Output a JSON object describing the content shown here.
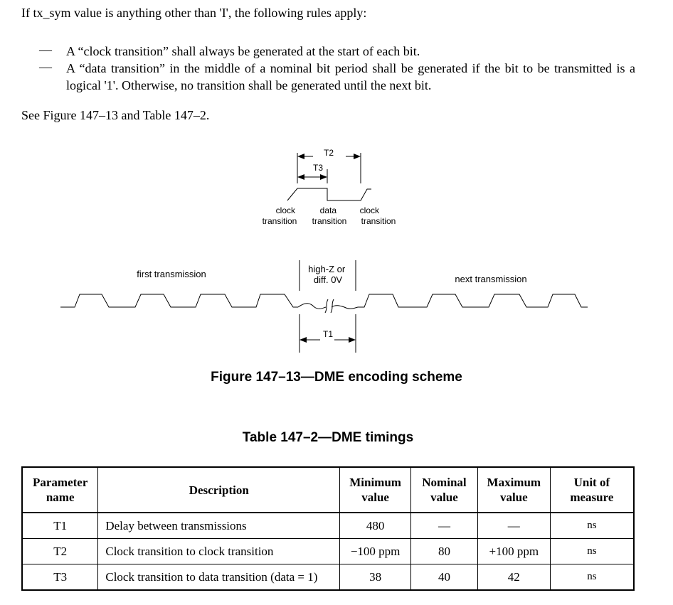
{
  "intro": "If tx_sym value is anything other than 'I', the following rules apply:",
  "rules": [
    {
      "dash": "—",
      "text": "A “clock transition” shall always be generated at the start of each bit."
    },
    {
      "dash": "—",
      "text": "A “data transition” in the middle of a nominal bit period shall be generated if the bit to be transmitted is a logical '1'. Otherwise, no transition shall be generated until the next bit."
    }
  ],
  "see_also": "See Figure 147–13 and Table 147–2.",
  "figure": {
    "caption": "Figure 147–13—DME encoding scheme",
    "labels": {
      "t2": "T2",
      "t3": "T3",
      "t1": "T1",
      "clock_line1": "clock",
      "clock_line2": "transition",
      "data_line1": "data",
      "data_line2": "transition",
      "clock2_line1": "clock",
      "clock2_line2": "transition",
      "first": "first transmission",
      "highz_line1": "high-Z or",
      "highz_line2": "diff. 0V",
      "next": "next transmission"
    }
  },
  "table": {
    "title": "Table 147–2—DME timings",
    "headers": [
      {
        "l1": "Parameter",
        "l2": "name"
      },
      {
        "l1": "Description",
        "l2": ""
      },
      {
        "l1": "Minimum",
        "l2": "value"
      },
      {
        "l1": "Nominal",
        "l2": "value"
      },
      {
        "l1": "Maximum",
        "l2": "value"
      },
      {
        "l1": "Unit of",
        "l2": "measure"
      }
    ],
    "rows": [
      {
        "param": "T1",
        "desc": "Delay between transmissions",
        "min": "480",
        "nom": "—",
        "max": "—",
        "unit": "ns"
      },
      {
        "param": "T2",
        "desc": "Clock transition to clock transition",
        "min": "−100 ppm",
        "nom": "80",
        "max": "+100 ppm",
        "unit": "ns"
      },
      {
        "param": "T3",
        "desc": "Clock transition to data transition (data = 1)",
        "min": "38",
        "nom": "40",
        "max": "42",
        "unit": "ns"
      }
    ]
  }
}
